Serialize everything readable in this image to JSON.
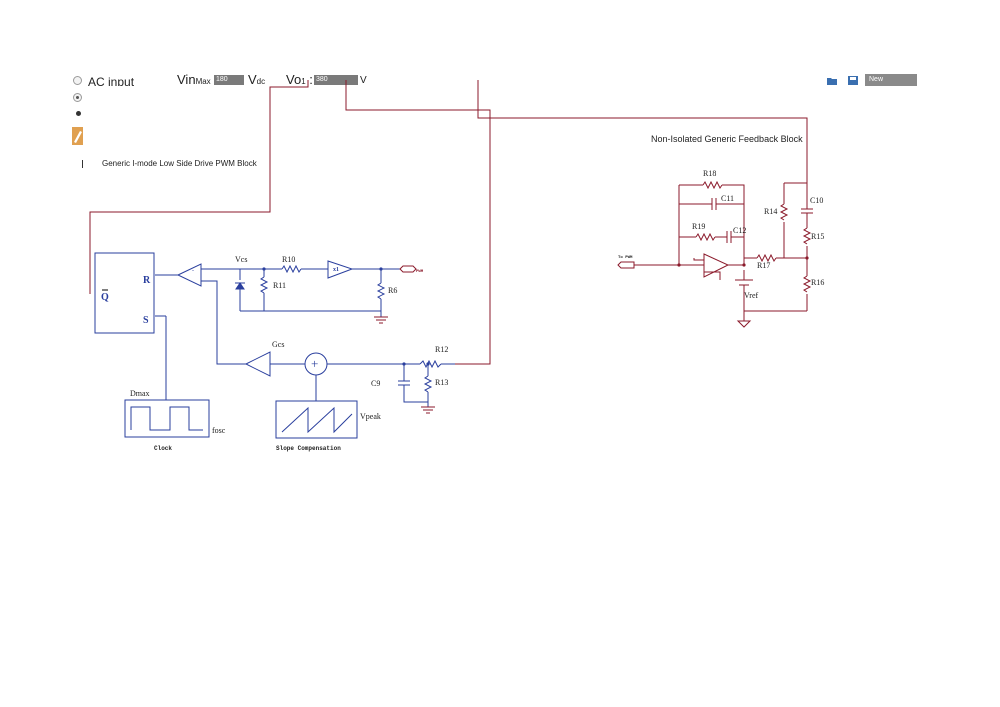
{
  "toolbar": {
    "ac_input_label": "AC input",
    "vin_label_main": "Vin",
    "vin_label_sub": "Max",
    "vin_value": "180",
    "vdc_label_main": "V",
    "vdc_label_sub": "dc",
    "vo_label_main": "Vo",
    "vo_label_sub": "1",
    "vo_value": "380",
    "vo_unit": "V",
    "new_button": "New"
  },
  "blocks": {
    "pwm_title": "Generic I-mode Low Side Drive PWM Block",
    "feedback_title": "Non-Isolated Generic Feedback Block"
  },
  "labels": {
    "q_bar": "Q",
    "r": "R",
    "s": "S",
    "vcs": "Vcs",
    "r10": "R10",
    "r11": "R11",
    "r6": "R6",
    "x1": "x1",
    "pwm": "PWM",
    "gcs": "Gcs",
    "r12": "R12",
    "r13": "R13",
    "c9": "C9",
    "dmax": "Dmax",
    "fosc": "fosc",
    "clock": "Clock",
    "vpeak": "Vpeak",
    "slope": "Slope Compensation",
    "r18": "R18",
    "c11": "C11",
    "r19": "R19",
    "c12": "C12",
    "r14": "R14",
    "c10": "C10",
    "r15": "R15",
    "r16": "R16",
    "r17": "R17",
    "vref": "Vref",
    "to_pwm": "To PWM"
  }
}
